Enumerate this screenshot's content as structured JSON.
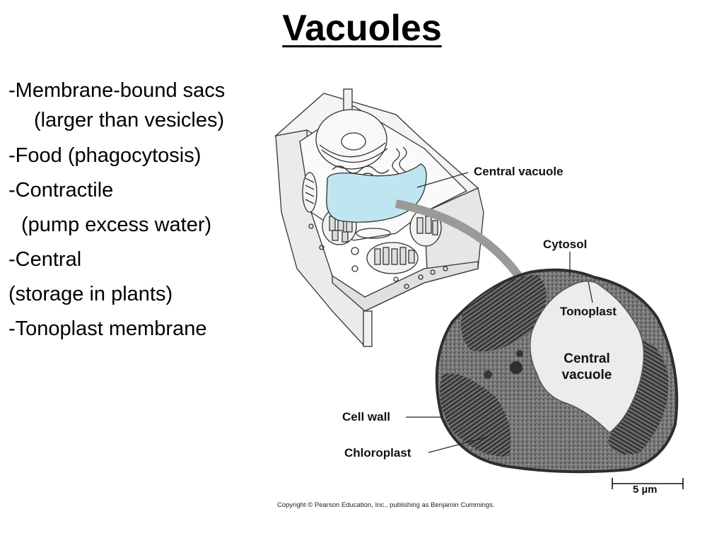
{
  "slide": {
    "title": "Vacuoles",
    "bullets": [
      "-Membrane-bound sacs",
      "(larger than vesicles)",
      "-Food (phagocytosis)",
      "-Contractile",
      "(pump excess water)",
      "-Central",
      "(storage in plants)",
      "-Tonoplast membrane"
    ]
  },
  "figure": {
    "labels": {
      "central_vacuole_top": "Central vacuole",
      "cytosol": "Cytosol",
      "tonoplast": "Tonoplast",
      "central_vacuole_line1": "Central",
      "central_vacuole_line2": "vacuole",
      "cell_wall": "Cell wall",
      "chloroplast": "Chloroplast",
      "scale_bar": "5 µm"
    },
    "copyright": "Copyright © Pearson Education, Inc., publishing as Benjamin Cummings.",
    "colors": {
      "vacuole_fill": "#bfe6f0",
      "arrow_gray": "#9a9a9a",
      "micrograph_dark": "#4a4a4a"
    }
  }
}
